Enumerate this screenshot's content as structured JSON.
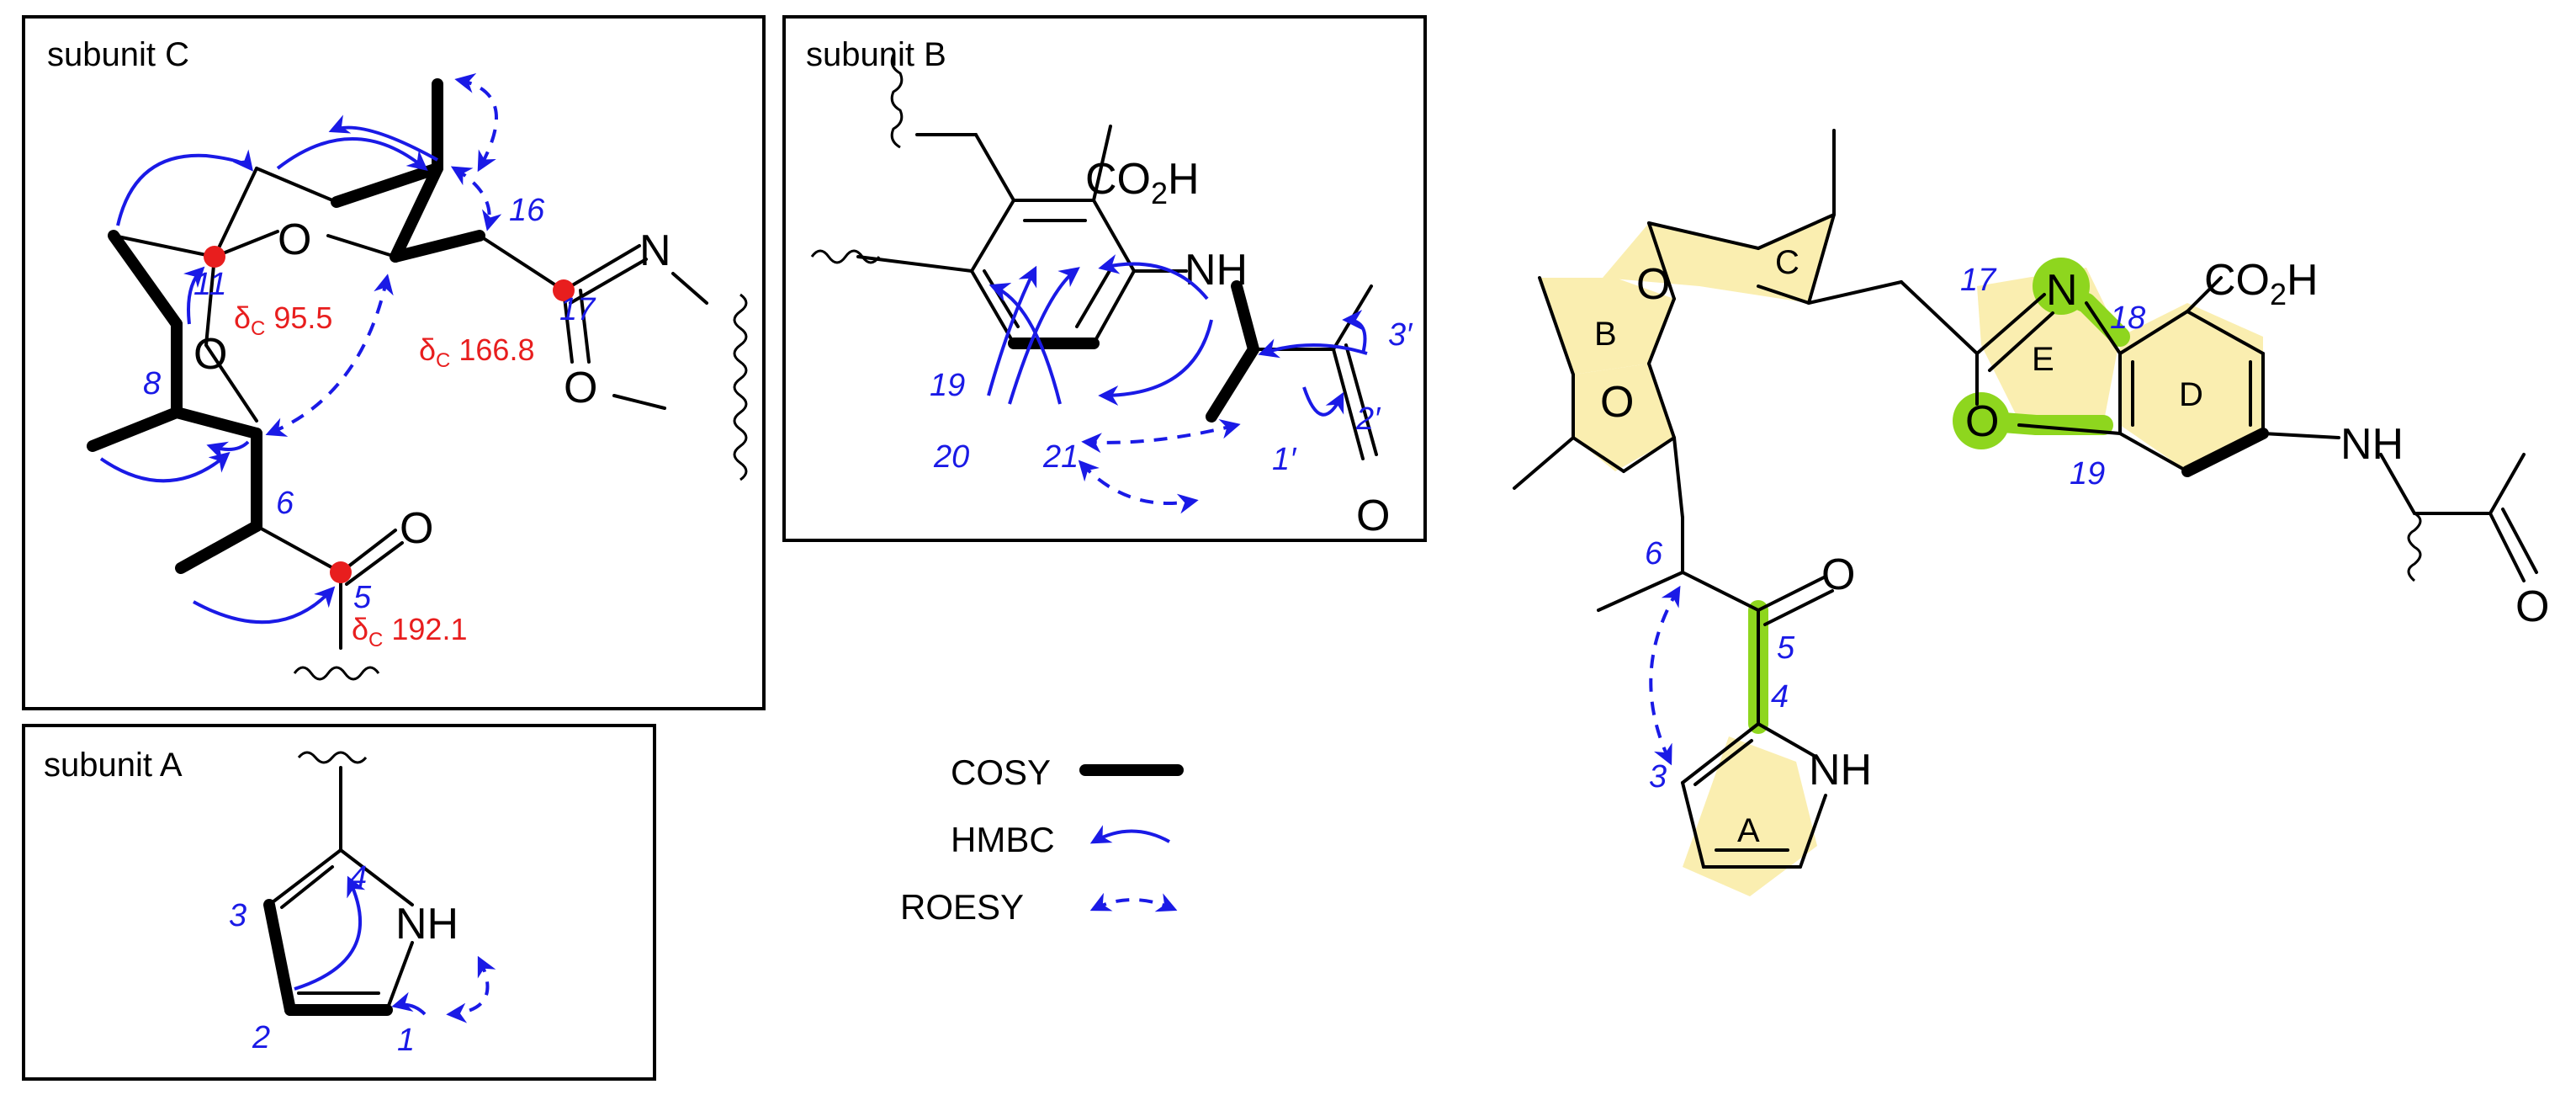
{
  "panels": {
    "subunit_c": {
      "title": "subunit C",
      "shift_11": "95.5",
      "shift_17": "166.8",
      "shift_5": "192.1",
      "delta": "δ",
      "delta_sub": "C"
    },
    "subunit_b": {
      "title": "subunit B"
    },
    "subunit_a": {
      "title": "subunit A"
    }
  },
  "legend": {
    "cosy": "COSY",
    "hmbc": "HMBC",
    "roesy": "ROESY"
  },
  "atoms": {
    "co2h": "CO",
    "co2h_sub": "2",
    "co2h_h": "H",
    "nh": "NH",
    "o": "O",
    "n": "N"
  },
  "numbers": {
    "n1": "1",
    "n2": "2",
    "n3": "3",
    "n4": "4",
    "n5": "5",
    "n6": "6",
    "n8": "8",
    "n11": "11",
    "n16": "16",
    "n17": "17",
    "n18": "18",
    "n19": "19",
    "n20": "20",
    "n21": "21",
    "n1p": "1′",
    "n2p": "2′",
    "n3p": "3′"
  },
  "rings": {
    "a": "A",
    "b": "B",
    "c": "C",
    "d": "D",
    "e": "E"
  },
  "colors": {
    "hmbc": "#1a1ae6",
    "shift": "#e81e1e",
    "highlight": "#8ed61e",
    "ring": "#faeeb0"
  }
}
